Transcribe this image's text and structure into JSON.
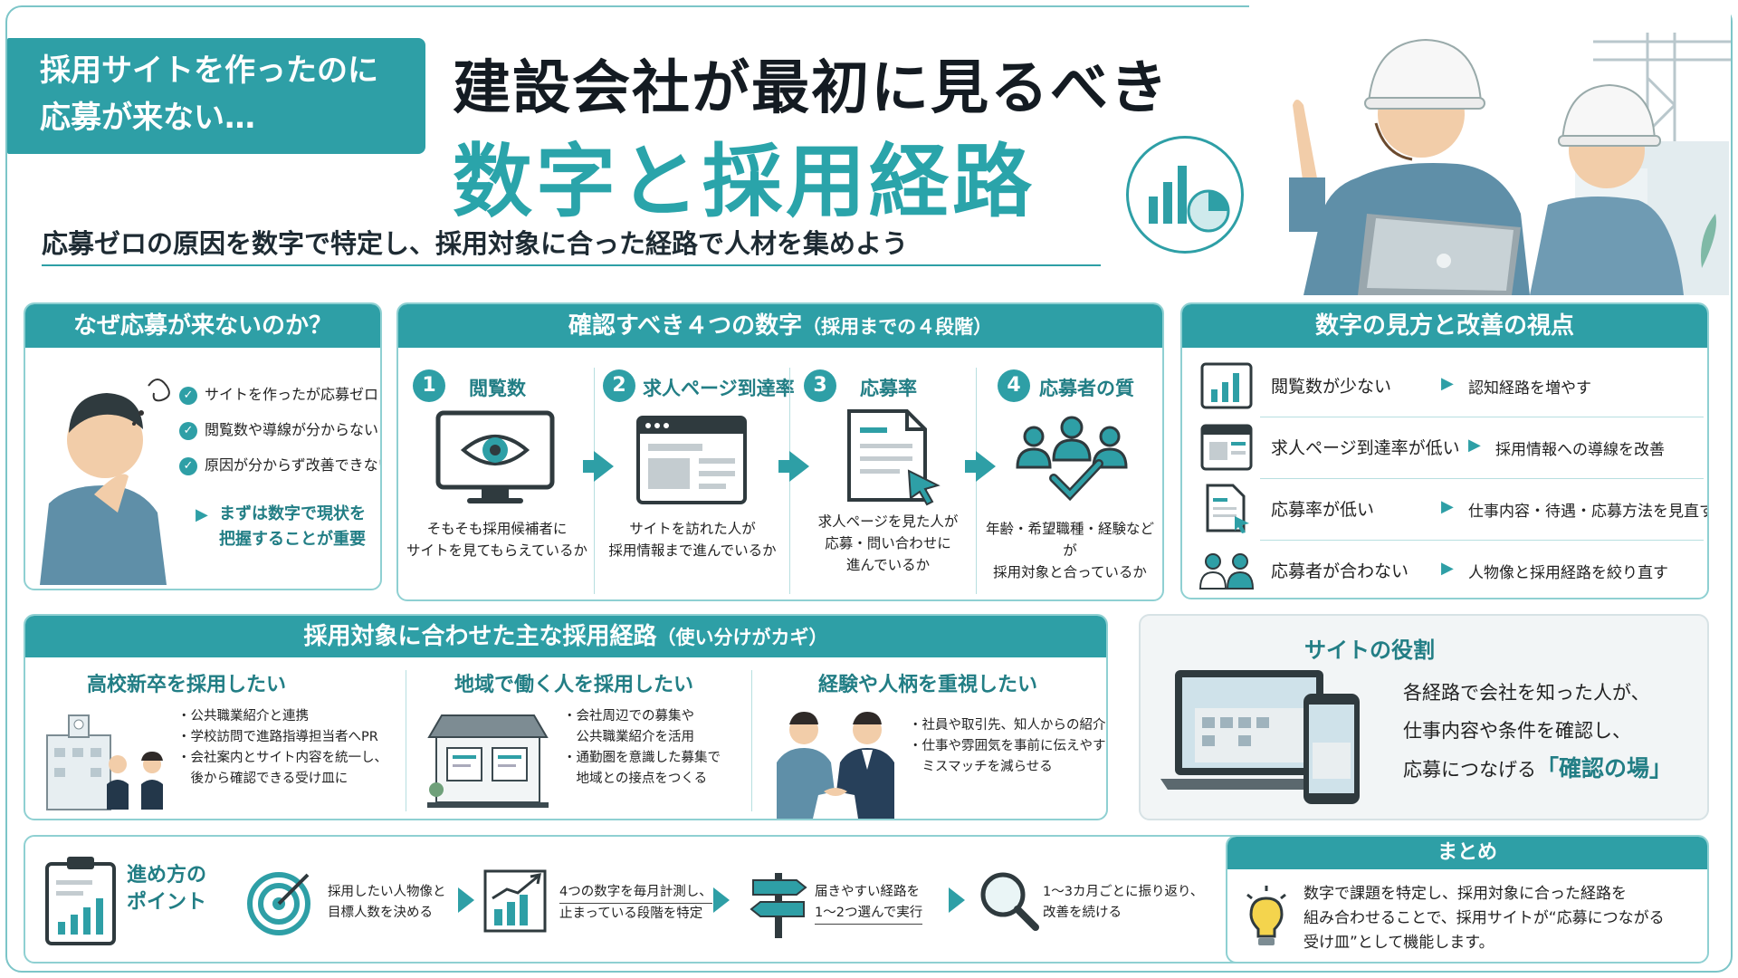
{
  "header": {
    "hook_line1": "採用サイトを作ったのに",
    "hook_line2": "応募が来ない…",
    "title_line1": "建設会社が最初に見るべき",
    "title_line2": "数字と採用経路",
    "subtitle": "応募ゼロの原因を数字で特定し、採用対象に合った経路で人材を集めよう"
  },
  "why": {
    "title": "なぜ応募が来ないのか？",
    "checks": [
      "サイトを作ったが応募ゼロ",
      "閲覧数や導線が分からない",
      "原因が分からず改善できない"
    ],
    "lead_line1": "まずは数字で現状を",
    "lead_line2": "把握することが重要"
  },
  "numbers": {
    "title": "確認すべき４つの数字",
    "title_note": "（採用までの４段階）",
    "steps": [
      {
        "num": "1",
        "title": "閲覧数",
        "desc1": "そもそも採用候補者に",
        "desc2": "サイトを見てもらえているか",
        "desc3": ""
      },
      {
        "num": "2",
        "title": "求人ページ到達率",
        "desc1": "サイトを訪れた人が",
        "desc2": "採用情報まで進んでいるか",
        "desc3": ""
      },
      {
        "num": "3",
        "title": "応募率",
        "desc1": "求人ページを見た人が",
        "desc2": "応募・問い合わせに",
        "desc3": "進んでいるか"
      },
      {
        "num": "4",
        "title": "応募者の質",
        "desc1": "年齢・希望職種・経験などが",
        "desc2": "採用対象と合っているか",
        "desc3": ""
      }
    ]
  },
  "view": {
    "title": "数字の見方と改善の視点",
    "rows": [
      {
        "issue": "閲覧数が少ない",
        "action": "認知経路を増やす"
      },
      {
        "issue": "求人ページ到達率が低い",
        "action": "採用情報への導線を改善"
      },
      {
        "issue": "応募率が低い",
        "action": "仕事内容・待遇・応募方法を見直す"
      },
      {
        "issue": "応募者が合わない",
        "action": "人物像と採用経路を絞り直す"
      }
    ]
  },
  "routes": {
    "title": "採用対象に合わせた主な採用経路",
    "title_note": "（使い分けがカギ）",
    "cols": [
      {
        "title": "高校新卒を採用したい",
        "bullets": [
          "・公共職業紹介と連携",
          "・学校訪問で進路指導担当者へPR",
          "・会社案内とサイト内容を統一し、",
          "　後から確認できる受け皿に"
        ]
      },
      {
        "title": "地域で働く人を採用したい",
        "bullets": [
          "・会社周辺での募集や",
          "　公共職業紹介を活用",
          "・通勤圏を意識した募集で",
          "　地域との接点をつくる"
        ]
      },
      {
        "title": "経験や人柄を重視したい",
        "bullets": [
          "・社員や取引先、知人からの紹介",
          "・仕事や雰囲気を事前に伝えやすく、",
          "　ミスマッチを減らせる"
        ]
      }
    ]
  },
  "site_role": {
    "title": "サイトの役割",
    "line1": "各経路で会社を知った人が、",
    "line2": "仕事内容や条件を確認し、",
    "line3_prefix": "応募につなげる",
    "line3_emph": "「確認の場」"
  },
  "process": {
    "title_line1": "進め方の",
    "title_line2": "ポイント",
    "steps": [
      {
        "l1": "採用したい人物像と",
        "l2": "目標人数を決める"
      },
      {
        "l1": "4つの数字を毎月計測し、",
        "l2": "止まっている段階を特定"
      },
      {
        "l1": "届きやすい経路を",
        "l2": "1〜2つ選んで実行"
      },
      {
        "l1": "1〜3カ月ごとに振り返り、",
        "l2": "改善を続ける"
      }
    ]
  },
  "summary": {
    "title": "まとめ",
    "line1": "数字で課題を特定し、採用対象に合った経路を",
    "line2": "組み合わせることで、採用サイトが“応募につながる",
    "line3": "受け皿”として機能します。"
  },
  "colors": {
    "accent": "#2e9fa6",
    "accent_dark": "#227e85",
    "text": "#1e2b33"
  }
}
